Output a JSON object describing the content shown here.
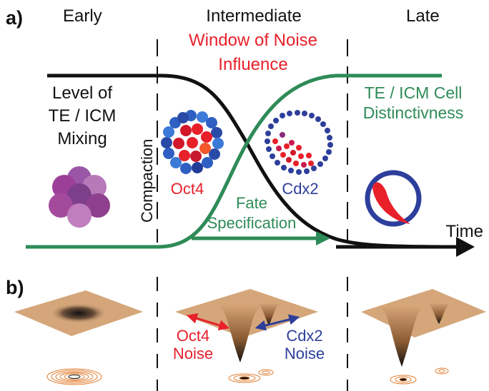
{
  "panel_a": {
    "label": "a)",
    "phases": {
      "early": "Early",
      "intermediate": "Intermediate",
      "late": "Late"
    },
    "window_line1": "Window of Noise",
    "window_line2": "Influence",
    "mixing_line1": "Level of",
    "mixing_line2": "TE / ICM",
    "mixing_line3": "Mixing",
    "distinct_line1": "TE / ICM Cell",
    "distinct_line2": "Distinctivness",
    "compaction": "Compaction",
    "oct4": "Oct4",
    "cdx2": "Cdx2",
    "fate_line1": "Fate",
    "fate_line2": "Specification",
    "time": "Time"
  },
  "panel_b": {
    "label": "b)",
    "oct4_noise_line1": "Oct4",
    "oct4_noise_line2": "Noise",
    "cdx2_noise_line1": "Cdx2",
    "cdx2_noise_line2": "Noise"
  },
  "colors": {
    "red": "#e8202a",
    "blue": "#2d3f9b",
    "green": "#2e8b57",
    "black": "#111111",
    "landscape": "#d4a67a"
  }
}
